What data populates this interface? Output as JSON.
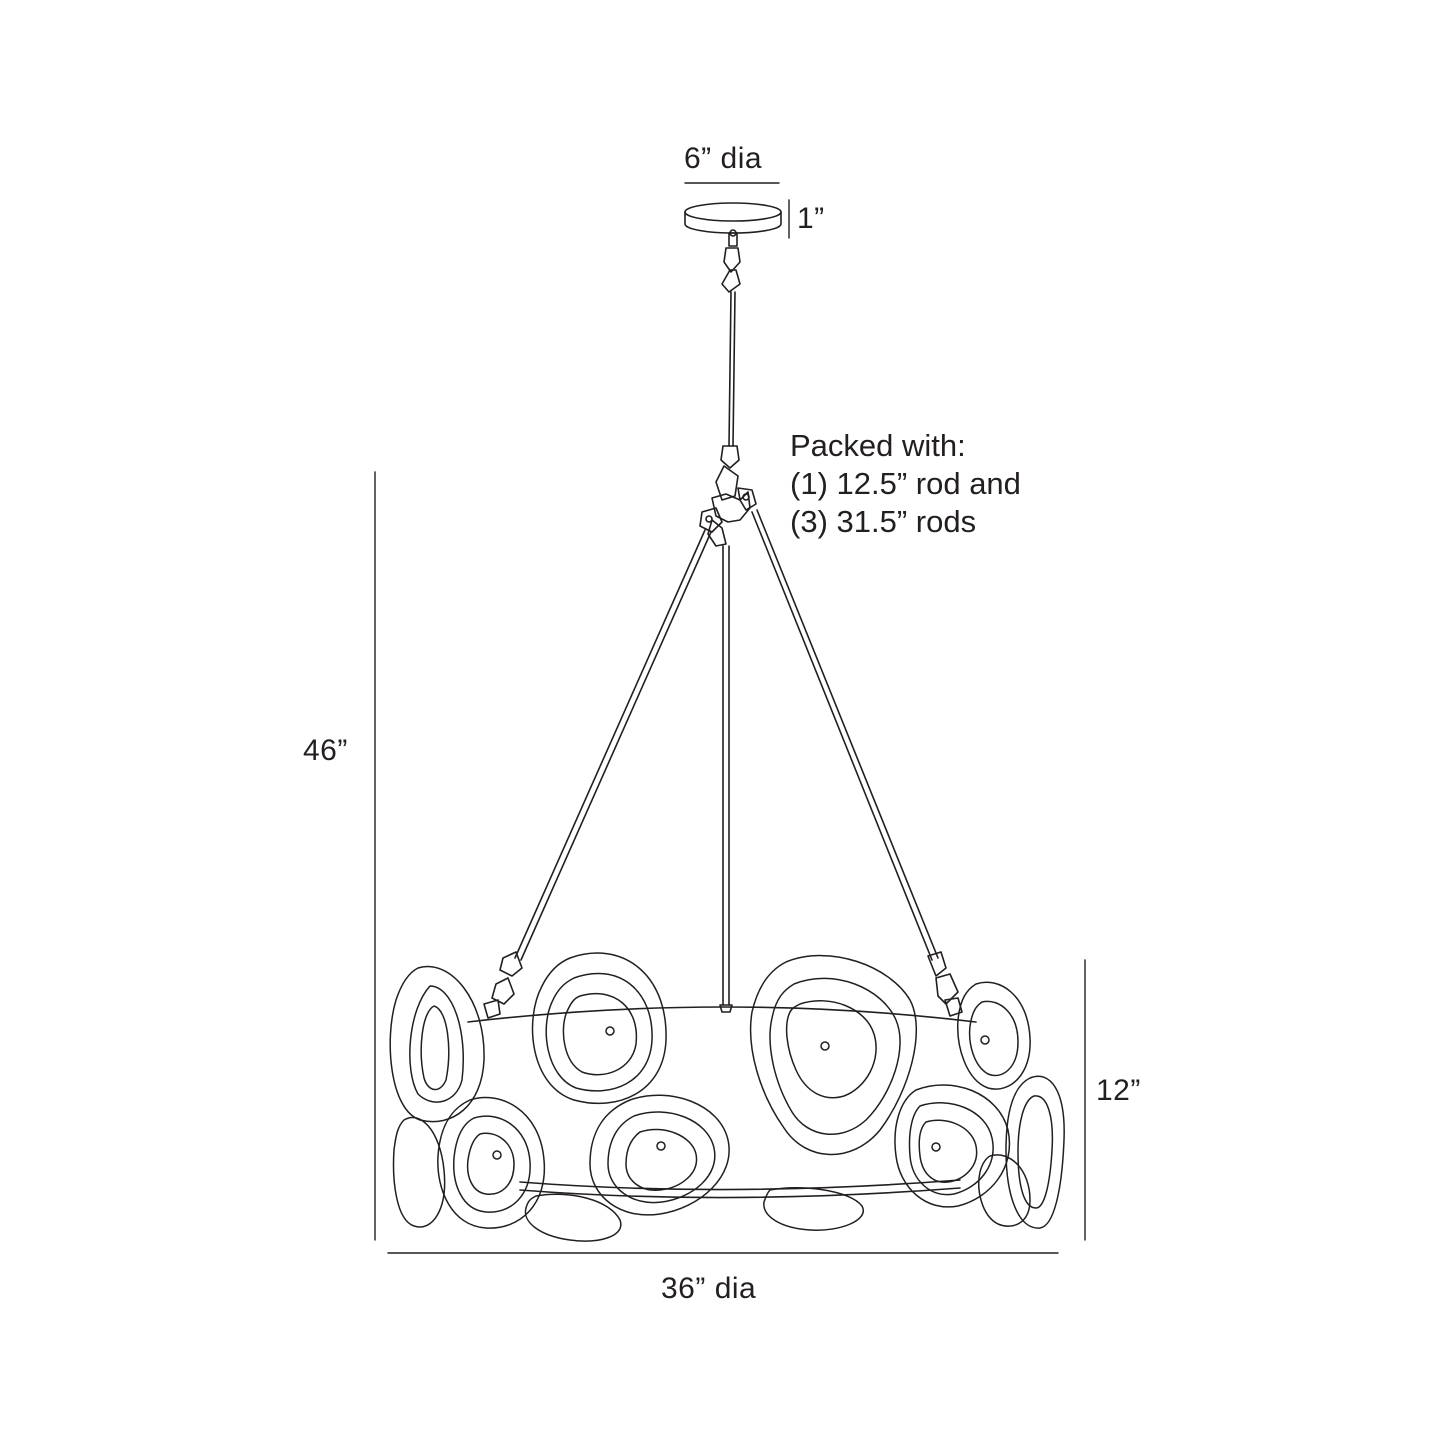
{
  "dimensions": {
    "canopy_diameter": "6” dia",
    "canopy_height": "1”",
    "overall_height": "46”",
    "shade_height": "12”",
    "shade_diameter": "36” dia"
  },
  "packed_note": {
    "heading": "Packed with:",
    "line1": "(1) 12.5” rod and",
    "line2": "(3) 31.5” rods"
  },
  "colors": {
    "line": "#231f20",
    "background": "#ffffff"
  }
}
